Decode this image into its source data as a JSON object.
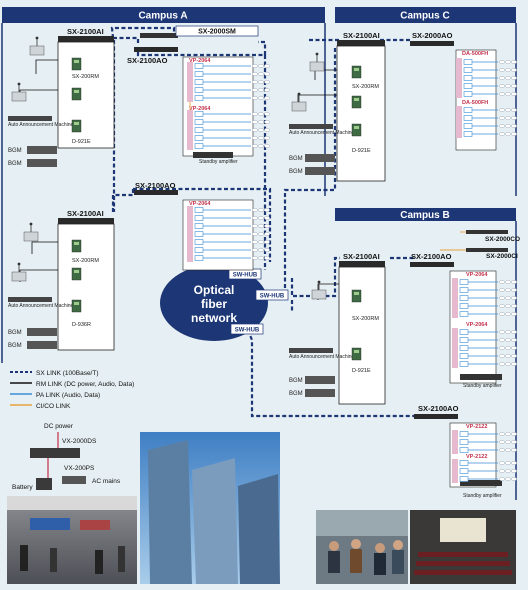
{
  "campuses": {
    "a": {
      "title": "Campus A"
    },
    "c": {
      "title": "Campus C"
    },
    "b": {
      "title": "Campus B"
    }
  },
  "devices": {
    "sx2100ai": "SX-2100AI",
    "sx2100ao": "SX-2100AO",
    "sx2000sm": "SX-2000SM",
    "sx2000ao": "SX-2000AO",
    "sx2000co": "SX-2000CO",
    "sx2000ci": "SX-2000CI",
    "sx200rm": "SX-200RM",
    "d921e": "D-921E",
    "d936r": "D-936R",
    "vp2064": "VP-2064",
    "vp2122": "VP-2122",
    "da500fh": "DA-500FH",
    "bgm": "BGM",
    "auto_announce": "Auto Announcement Machines",
    "standby_amp": "Standby amplifier",
    "sw_hub": "SW-HUB",
    "vx2000ds": "VX-2000DS",
    "vx200ps": "VX-200PS"
  },
  "network": {
    "line1": "Optical",
    "line2": "fiber",
    "line3": "network"
  },
  "legend": {
    "sx_link": "SX LINK (100Base/T)",
    "rm_link": "RM LINK (DC power, Audio, Data)",
    "pa_link": "PA LINK (Audio, Data)",
    "cico_link": "CI/CO LINK"
  },
  "power": {
    "dc": "DC power",
    "battery": "Battery",
    "ac": "AC mains"
  },
  "colors": {
    "background": "#e6eff3",
    "campus_header": "#1c3676",
    "network_ellipse": "#1c3676",
    "sx_link": "#1c3676",
    "pa_link": "#3b8ed8",
    "cico_link": "#e8a33c",
    "vp_band": "#e7b9ce"
  }
}
